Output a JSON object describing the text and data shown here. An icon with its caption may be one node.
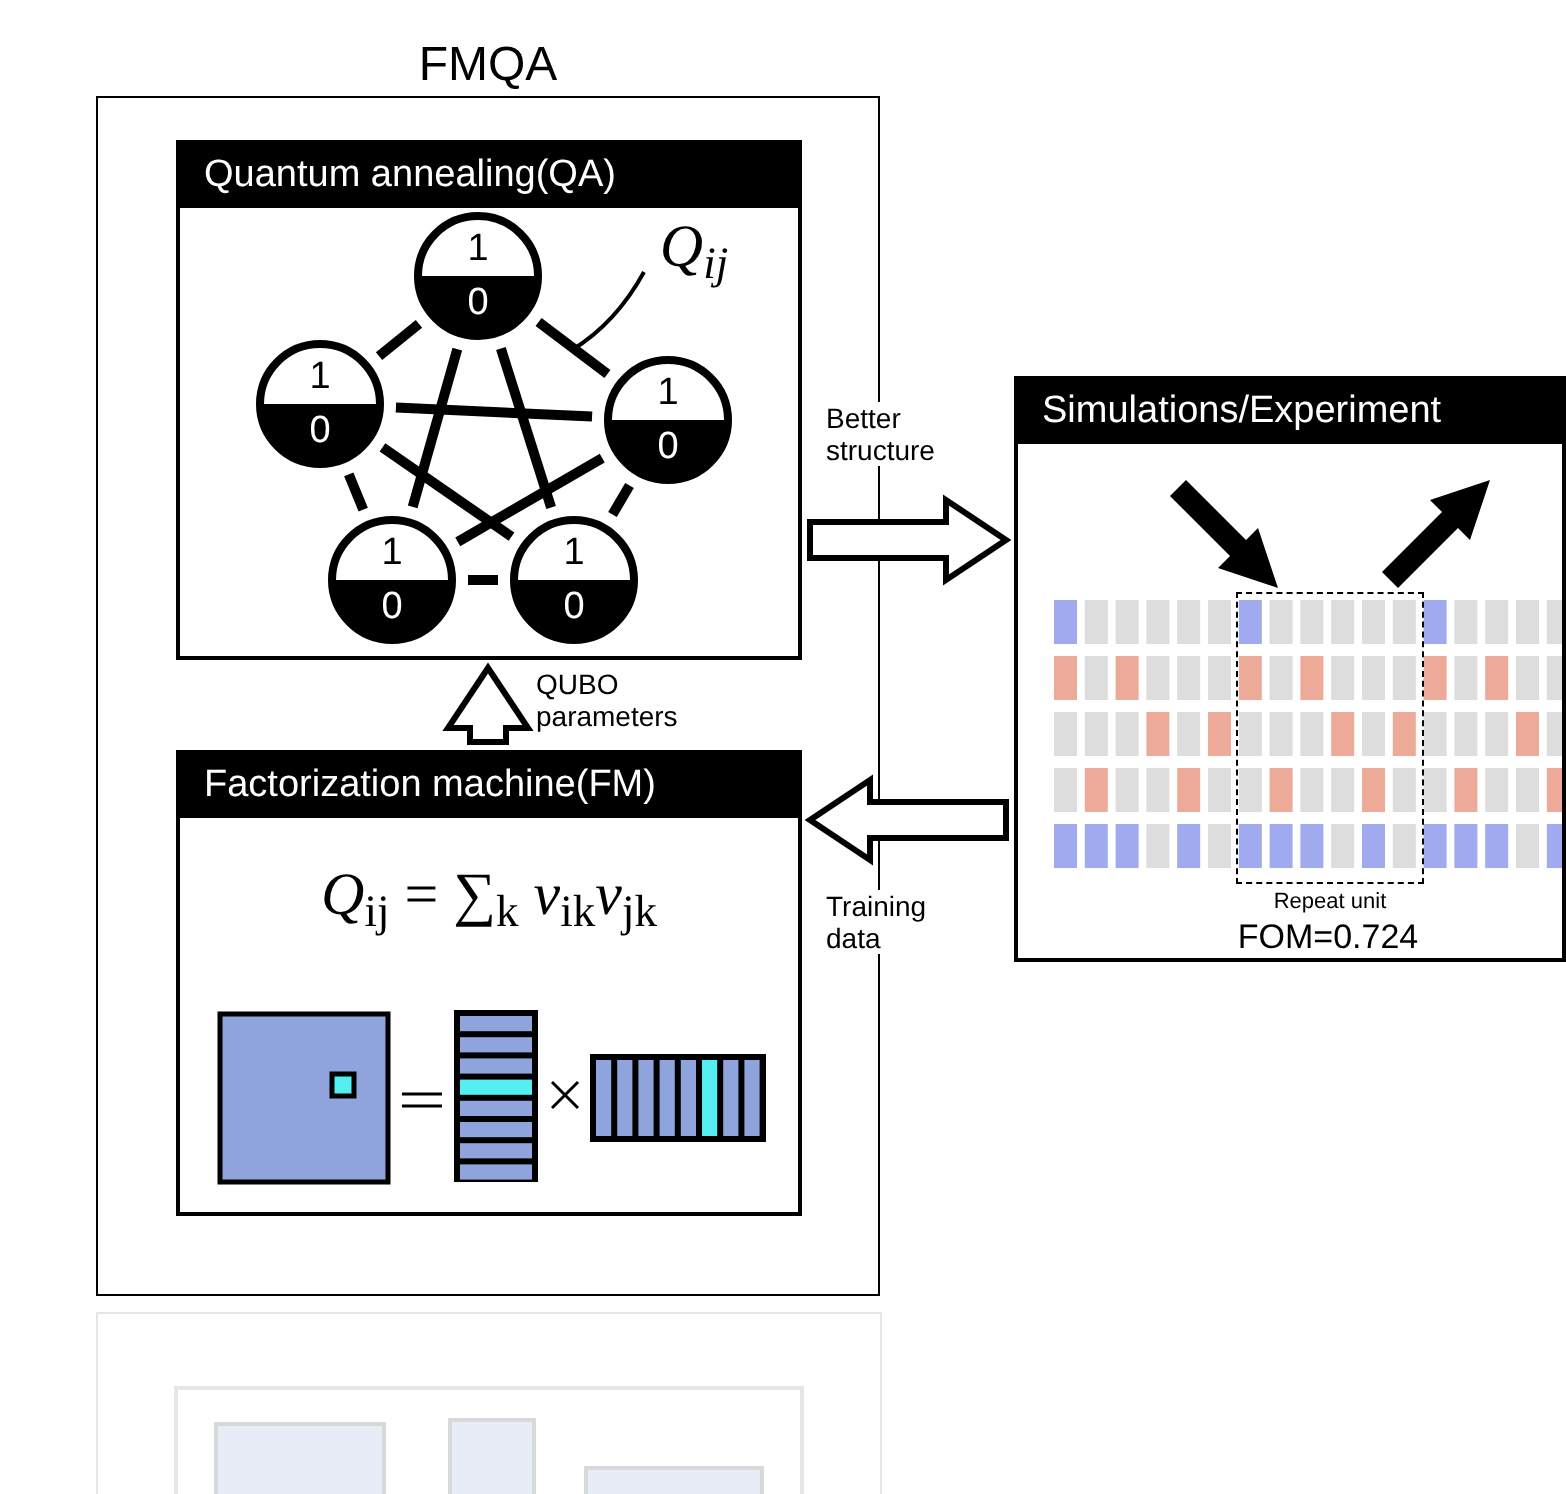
{
  "diagram": {
    "nodes": [
      {
        "text": [
          "FMQA"
        ]
      },
      {
        "text": [
          "Quantum annealing(QA)"
        ],
        "in": 0
      },
      {
        "text": [
          "1",
          "0"
        ],
        "in": 1
      },
      {
        "text": [
          "1",
          "0"
        ],
        "in": 1
      },
      {
        "text": [
          "1",
          "0"
        ],
        "in": 1
      },
      {
        "text": [
          "1",
          "0"
        ],
        "in": 1
      },
      {
        "text": [
          "1",
          "0"
        ],
        "in": 1
      },
      {
        "text": [
          "Factorization machine(FM)",
          "*Q*$_{ij}$ = ∑$_{k}$ *v*$_{ik}$*v*$_{jk}$"
        ],
        "in": 0
      },
      {
        "text": [
          "Simulations/Experiment",
          "FOM=0.724"
        ]
      },
      {
        "text": [
          "Q$_{ij}$"
        ],
        "in": 1
      }
    ],
    "edges": [
      {
        "from": 1,
        "to": 8,
        "arrow": "to",
        "label": "Better structure",
        "style": "thick"
      },
      {
        "from": 8,
        "to": 7,
        "arrow": "to",
        "label": "Training data",
        "style": "thick"
      },
      {
        "from": 7,
        "to": 1,
        "arrow": "to",
        "label": "QUBO parameters",
        "style": "thick"
      },
      {
        "from": 2,
        "to": 3,
        "arrow": "none"
      },
      {
        "from": 2,
        "to": 4,
        "arrow": "none"
      },
      {
        "from": 2,
        "to": 5,
        "arrow": "none"
      },
      {
        "from": 2,
        "to": 6,
        "arrow": "none"
      },
      {
        "from": 3,
        "to": 4,
        "arrow": "none"
      },
      {
        "from": 3,
        "to": 5,
        "arrow": "none"
      },
      {
        "from": 3,
        "to": 6,
        "arrow": "none"
      },
      {
        "from": 4,
        "to": 5,
        "arrow": "none"
      },
      {
        "from": 4,
        "to": 6,
        "arrow": "none"
      },
      {
        "from": 5,
        "to": 6,
        "arrow": "none"
      },
      {
        "from": 9,
        "to": null,
        "arrow": "none"
      }
    ],
    "labels": [
      "Repeat unit"
    ]
  }
}
